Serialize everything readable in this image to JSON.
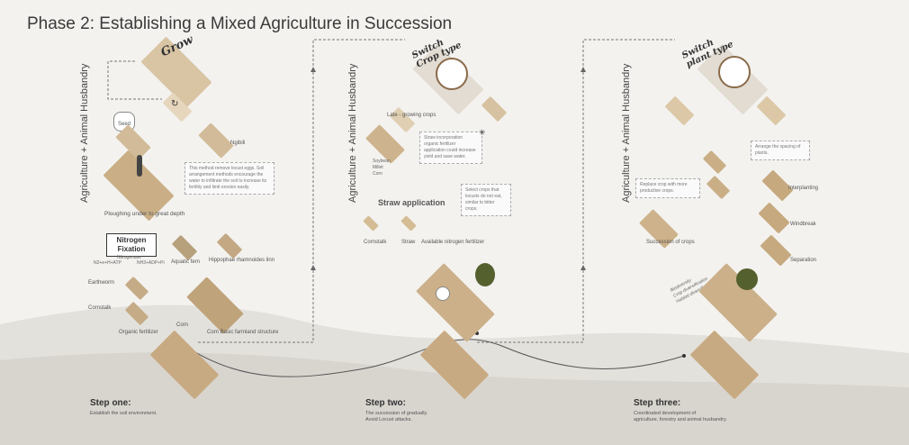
{
  "title": "Phase 2: Establishing a Mixed Agriculture in Succession",
  "side_labels": [
    "Agriculture + Animal Husbandry",
    "Agriculture + Animal Husbandry",
    "Agriculture + Animal Husbandry"
  ],
  "panel1": {
    "grow": "Grow",
    "ngibili": "Ngibili",
    "seed_bubble": "Seed",
    "note": "This method remove locust eggs. Soil arrangement methods encourage the water to infiltrate the soil to increase its fertility and limit erosion easily.",
    "ploughing": "Ploughing under to great depth",
    "nitrogen_title": "Nitrogen Fixation",
    "nitrogenase": "Nitrogenase",
    "eq1": "N2+e+H+ATP",
    "eq2": "NH3+ADP+Pi",
    "aquatic_fern": "Aquatic fern",
    "hippophae": "Hippophae rhamnoides linn",
    "earthworm": "Earthworm",
    "cornstalk": "Cornstalk",
    "organic_fertilizer": "Organic fertilizer",
    "corn": "Corn",
    "basic_structure": "Corn Basic farmland structure"
  },
  "panel2": {
    "switch": "Switch Crop type",
    "late_crops": "Late - growing crops",
    "crops_list": "Soybean\nMillet\nCorn",
    "straw_note": "Straw incorporation organic fertilizer application could increase yield and save water.",
    "select_note": "Select crops that locusts do not eat, similar to bitter crops.",
    "straw_app": "Straw application",
    "cornstalk": "Cornstalk",
    "straw": "Straw",
    "available_n": "Available nitrogen fertilizer"
  },
  "panel3": {
    "switch": "Switch plant type",
    "replace_note": "Replace crop with more productive crops.",
    "arrange_note": "Arrange the spacing of plants.",
    "interplanting": "Interplanting",
    "windbreak": "Windbreak",
    "separation": "Separation",
    "succession": "Succession of crops",
    "diag": "Biodiversity\nCrop diversification\nHabitat diversification"
  },
  "steps": [
    {
      "title": "Step one:",
      "desc": "Establish the soil environment."
    },
    {
      "title": "Step two:",
      "desc": "The succession of gradually.\nAvoid Locust attacks."
    },
    {
      "title": "Step three:",
      "desc": "Coordinated development of\nagriculture, forestry and animal husbandry."
    }
  ],
  "colors": {
    "sand": "#d9c4a3",
    "soil": "#b79c76",
    "dark": "#6b5a44",
    "green": "#5f6f3a",
    "line": "#666666"
  }
}
